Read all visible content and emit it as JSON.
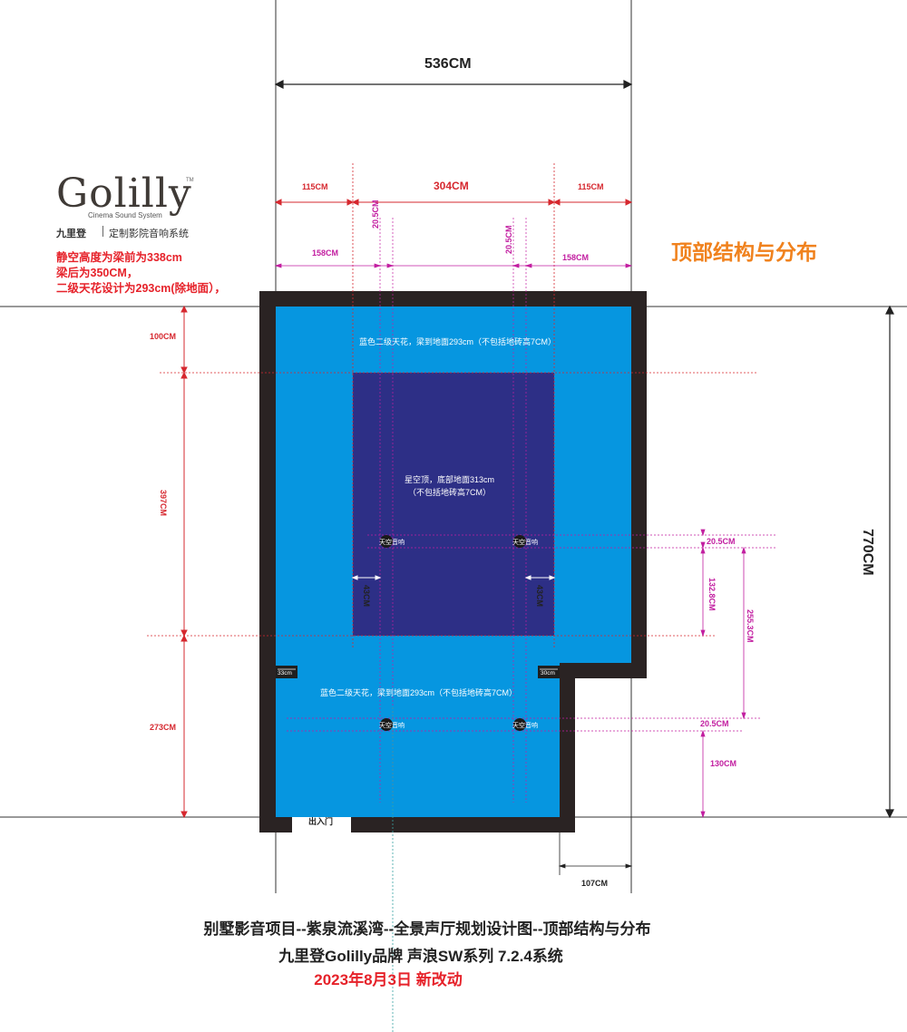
{
  "brand": {
    "logo": "Golilly",
    "logo_mark": "TM",
    "tagline_en": "Cinema Sound System",
    "name_cn": "九里登",
    "tagline_cn": "定制影院音响系统"
  },
  "notes": [
    "静空高度为梁前为338cm",
    "梁后为350CM，",
    "二级天花设计为293cm(除地面），"
  ],
  "section_title": "顶部结构与分布",
  "dimensions": {
    "total_width": "536CM",
    "side_left": "115CM",
    "center_width": "304CM",
    "side_right": "115CM",
    "left_offset": "158CM",
    "right_offset": "158CM",
    "speaker_gap_left": "20.5CM",
    "speaker_gap_right": "20.5CM",
    "top_band": "100CM",
    "middle_band": "397CM",
    "bottom_band": "273CM",
    "total_depth": "770CM",
    "speaker_row_gap_1": "20.5CM",
    "speaker_row_spacing": "132.8CM",
    "speaker_row_span": "255.3CM",
    "speaker_row_gap_2": "20.5CM",
    "rear_offset": "130CM",
    "inset_left": "43CM",
    "inset_right": "43CM",
    "step_left": "33cm",
    "step_right": "30cm",
    "door_offset": "107CM"
  },
  "zones": {
    "top_ceiling": "蓝色二级天花，梁到地面293cm（不包括地砖高7CM）",
    "star_ceiling_line1": "星空顶，底部地面313cm",
    "star_ceiling_line2": "（不包括地砖高7CM）",
    "bottom_ceiling": "蓝色二级天花，梁到地面293cm（不包括地砖高7CM）",
    "door": "出入门",
    "speaker_label": "天空音响"
  },
  "footer": {
    "line1": "别墅影音项目--紫泉流溪湾--全景声厅规划设计图--顶部结构与分布",
    "line2": "九里登Golilly品牌 声浪SW系列 7.2.4系统",
    "line3": "2023年8月3日 新改动"
  },
  "colors": {
    "wall": "#2a2323",
    "light_blue": "#0696e0",
    "navy": "#2d2f86",
    "red_dim": "#d6282f",
    "magenta_dim": "#c21ea0",
    "title_orange": "#f0821e",
    "note_red": "#e6222a",
    "cyan_guide": "#39a3a3"
  }
}
